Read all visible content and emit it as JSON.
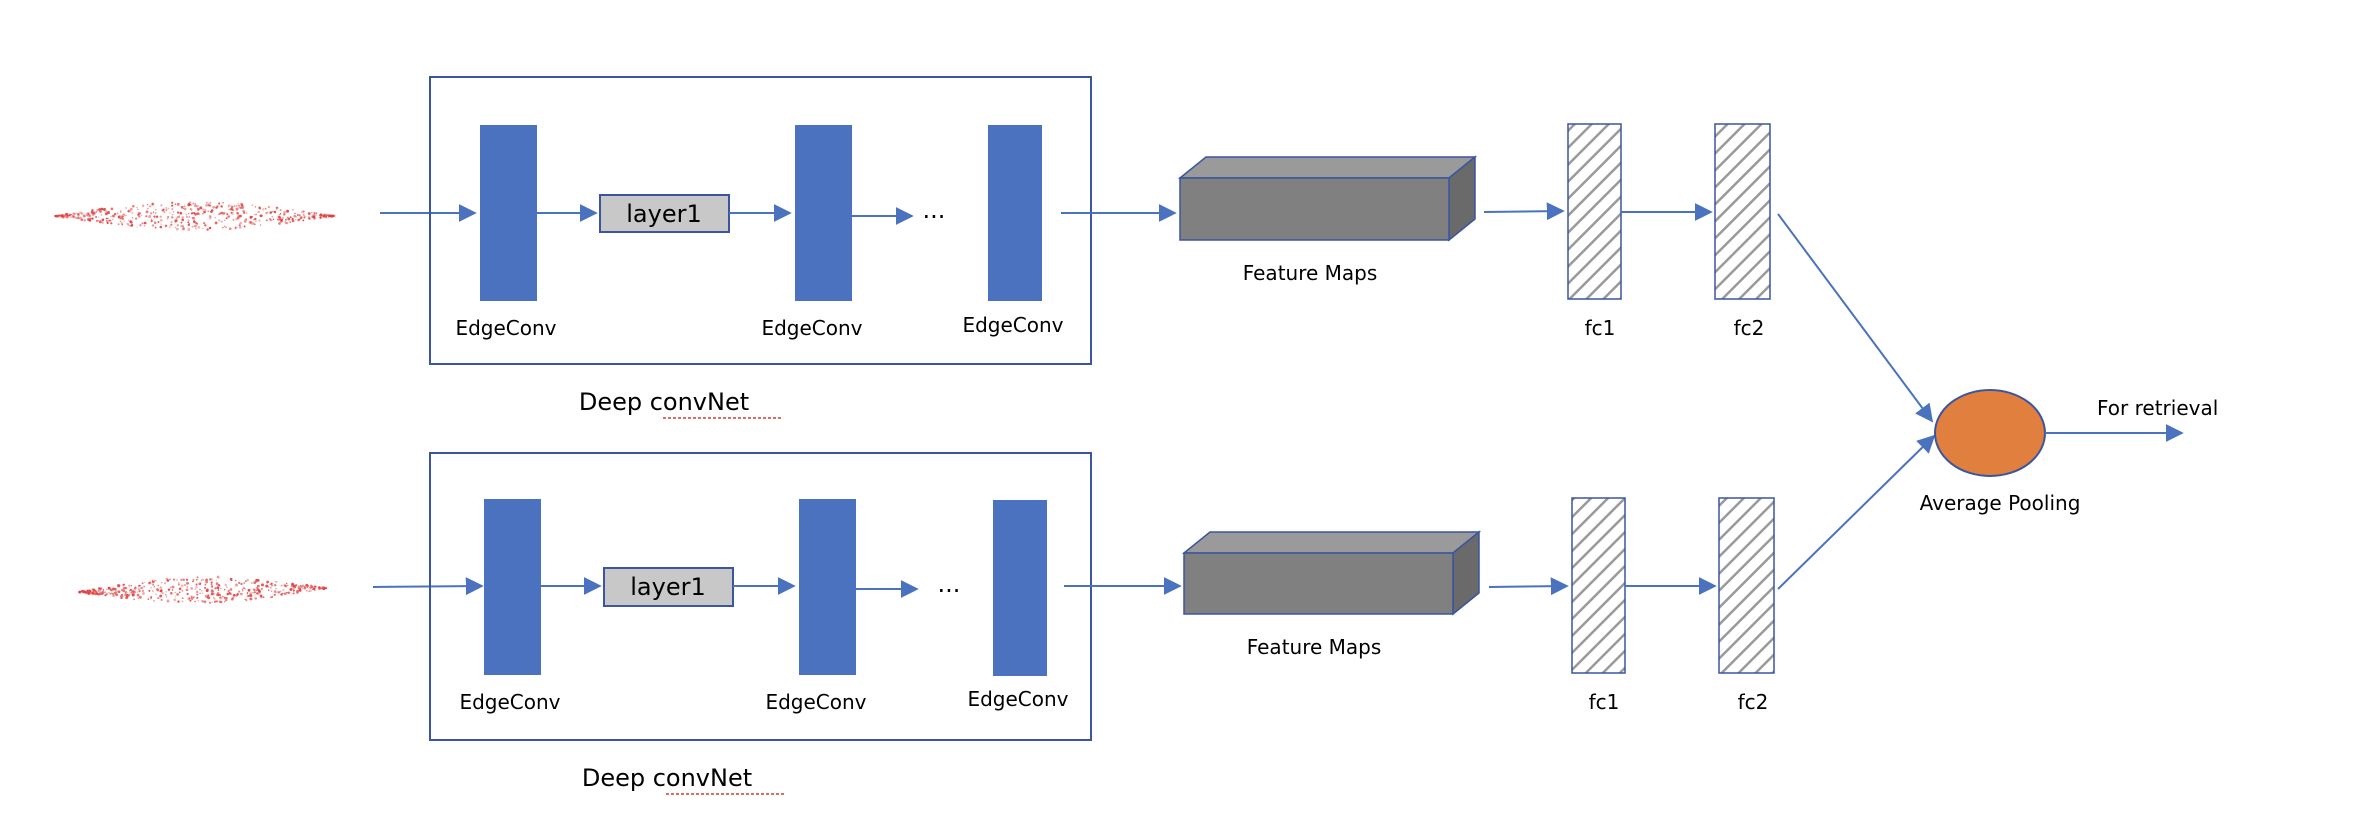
{
  "colors": {
    "edgeconv_fill": "#4a72be",
    "layer_fill": "#c8c8c8",
    "feature_front": "#808080",
    "feature_top": "#9a9a9a",
    "feature_side": "#6a6a6a",
    "box_border": "#3b55a0",
    "arrow": "#4a72be",
    "pool_fill": "#e07f3e",
    "points": "#e04040",
    "hatch": "#9a9a9a"
  },
  "branches": [
    {
      "edgeconv_labels": [
        "EdgeConv",
        "EdgeConv",
        "EdgeConv"
      ],
      "layer_label": "layer1",
      "ellipsis": "...",
      "net_label": "Deep convNet",
      "feature_label": "Feature Maps",
      "fc_labels": [
        "fc1",
        "fc2"
      ]
    },
    {
      "edgeconv_labels": [
        "EdgeConv",
        "EdgeConv",
        "EdgeConv"
      ],
      "layer_label": "layer1",
      "ellipsis": "...",
      "net_label": "Deep convNet",
      "feature_label": "Feature Maps",
      "fc_labels": [
        "fc1",
        "fc2"
      ]
    }
  ],
  "pooling": {
    "label": "Average Pooling",
    "output_label": "For retrieval"
  }
}
